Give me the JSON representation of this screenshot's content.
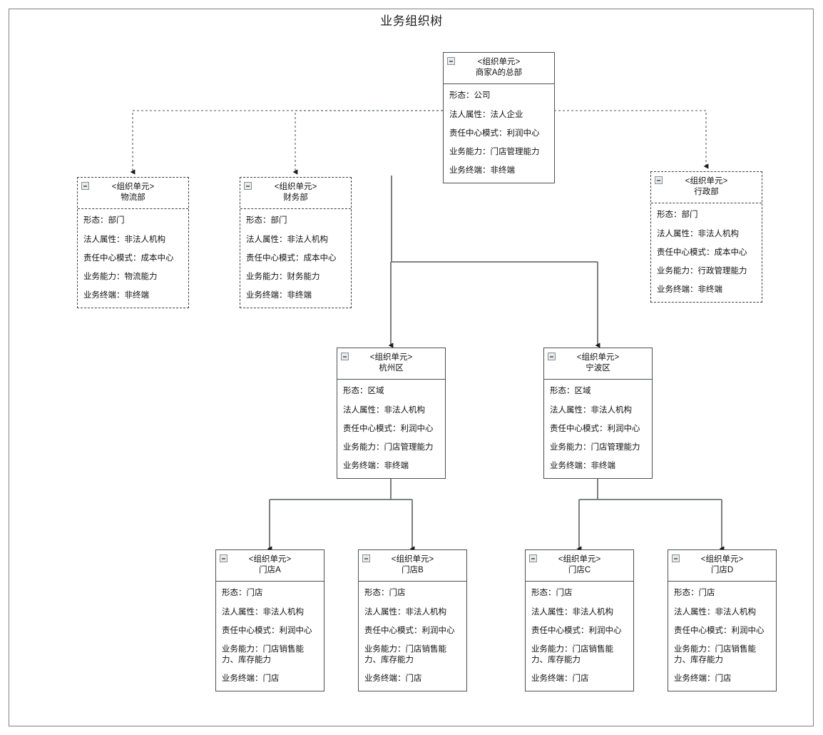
{
  "title": "业务组织树",
  "stereotype": "<组织单元>",
  "icon": "collapse-minus-icon",
  "colors": {
    "frame_border": "#7f8183",
    "node_border": "#4d4f52",
    "dashed_node_border": "#3c3e40",
    "solid_connector": "#6e7174",
    "dashed_connector": "#8a8d90",
    "arrowhead": "#1a1a1a",
    "background": "#ffffff",
    "text": "#111111"
  },
  "attribute_labels": {
    "form": "形态",
    "legal": "法人属性",
    "responsibility": "责任中心模式",
    "capability": "业务能力",
    "terminal": "业务终端"
  },
  "nodes": [
    {
      "id": "hq",
      "name": "商家A的总部",
      "style": "solid",
      "attrs": [
        "形态：公司",
        "法人属性：法人企业",
        "责任中心模式：利润中心",
        "业务能力：门店管理能力",
        "业务终端：非终端"
      ]
    },
    {
      "id": "logistics",
      "name": "物流部",
      "style": "dashed",
      "attrs": [
        "形态：部门",
        "法人属性：非法人机构",
        "责任中心模式：成本中心",
        "业务能力：物流能力",
        "业务终端：非终端"
      ]
    },
    {
      "id": "finance",
      "name": "财务部",
      "style": "dashed",
      "attrs": [
        "形态：部门",
        "法人属性：非法人机构",
        "责任中心模式：成本中心",
        "业务能力：财务能力",
        "业务终端：非终端"
      ]
    },
    {
      "id": "admin",
      "name": "行政部",
      "style": "dashed",
      "attrs": [
        "形态：部门",
        "法人属性：非法人机构",
        "责任中心模式：成本中心",
        "业务能力：行政管理能力",
        "业务终端：非终端"
      ]
    },
    {
      "id": "hangzhou",
      "name": "杭州区",
      "style": "solid",
      "attrs": [
        "形态：区域",
        "法人属性：非法人机构",
        "责任中心模式：利润中心",
        "业务能力：门店管理能力",
        "业务终端：非终端"
      ]
    },
    {
      "id": "ningbo",
      "name": "宁波区",
      "style": "solid",
      "attrs": [
        "形态：区域",
        "法人属性：非法人机构",
        "责任中心模式：利润中心",
        "业务能力：门店管理能力",
        "业务终端：非终端"
      ]
    },
    {
      "id": "storeA",
      "name": "门店A",
      "style": "solid",
      "attrs": [
        "形态：门店",
        "法人属性：非法人机构",
        "责任中心模式：利润中心",
        "业务能力：门店销售能力、库存能力",
        "业务终端：门店"
      ]
    },
    {
      "id": "storeB",
      "name": "门店B",
      "style": "solid",
      "attrs": [
        "形态：门店",
        "法人属性：非法人机构",
        "责任中心模式：利润中心",
        "业务能力：门店销售能力、库存能力",
        "业务终端：门店"
      ]
    },
    {
      "id": "storeC",
      "name": "门店C",
      "style": "solid",
      "attrs": [
        "形态：门店",
        "法人属性：非法人机构",
        "责任中心模式：利润中心",
        "业务能力：门店销售能力、库存能力",
        "业务终端：门店"
      ]
    },
    {
      "id": "storeD",
      "name": "门店D",
      "style": "solid",
      "attrs": [
        "形态：门店",
        "法人属性：非法人机构",
        "责任中心模式：利润中心",
        "业务能力：门店销售能力、库存能力",
        "业务终端：门店"
      ]
    }
  ],
  "edges": [
    {
      "from": "hq",
      "to": "logistics",
      "style": "dashed"
    },
    {
      "from": "hq",
      "to": "finance",
      "style": "dashed"
    },
    {
      "from": "hq",
      "to": "admin",
      "style": "dashed"
    },
    {
      "from": "hq",
      "to": "hangzhou",
      "style": "solid"
    },
    {
      "from": "hq",
      "to": "ningbo",
      "style": "solid"
    },
    {
      "from": "hangzhou",
      "to": "storeA",
      "style": "solid"
    },
    {
      "from": "hangzhou",
      "to": "storeB",
      "style": "solid"
    },
    {
      "from": "ningbo",
      "to": "storeC",
      "style": "solid"
    },
    {
      "from": "ningbo",
      "to": "storeD",
      "style": "solid"
    }
  ]
}
